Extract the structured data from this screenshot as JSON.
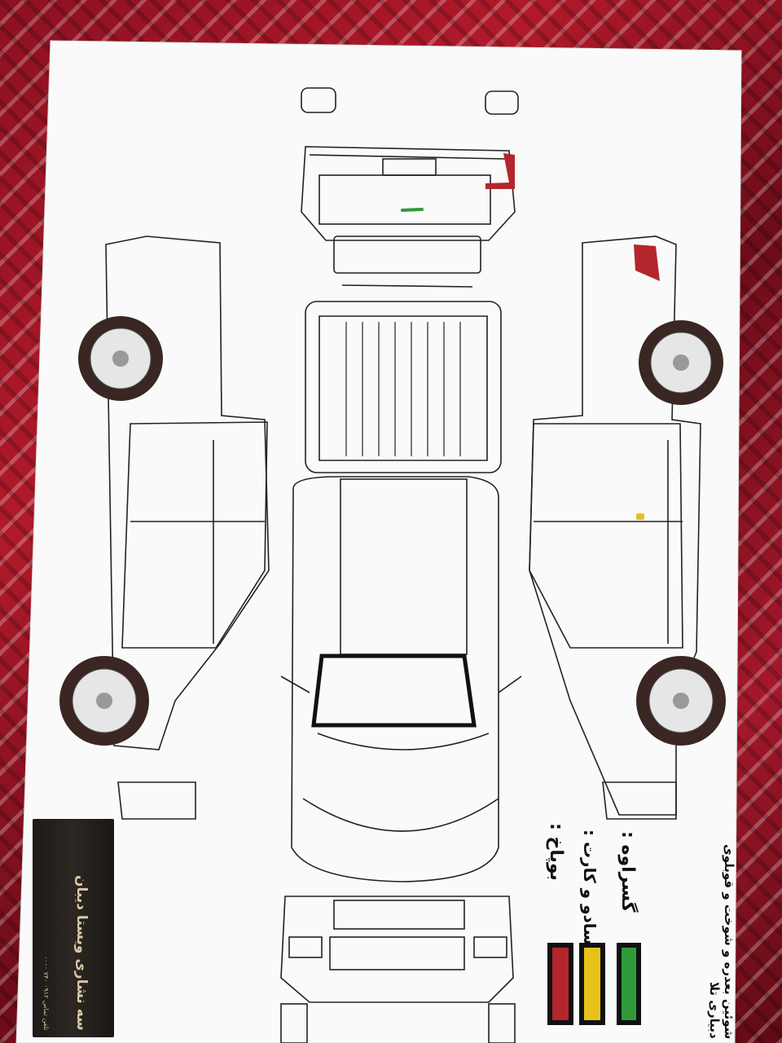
{
  "legend": {
    "damage_label": "بوپاخ :",
    "paint_label": "سادو و کارت :",
    "fine_label": "گسراوه :",
    "colors": {
      "damage": "#b3262c",
      "paint": "#e6c21a",
      "fine": "#2e9a3a"
    }
  },
  "footer_note": "شوئین بعدره و شوخت و قوبلوی دبیاری تلا",
  "logo": {
    "name": "سه نشاری ویستا دیبان",
    "contact": "تلفن تماس ۰۹۱۲ ۷۴۰ ۰۰۰۰"
  },
  "marks": {
    "trunk": "#2e9a3a",
    "rear_corner": "#b3262c",
    "right_door": "#e6c21a"
  }
}
